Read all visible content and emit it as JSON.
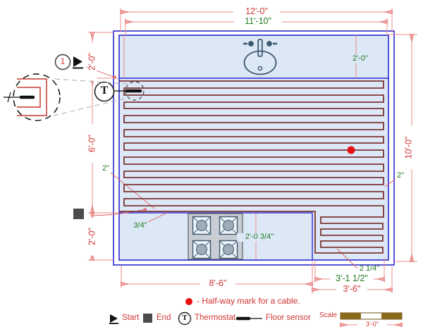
{
  "dims": {
    "top_outer": "12'-0\"",
    "top_inner": "11'-10\"",
    "left_top": "2'-0\"",
    "left_mid": "6'-0\"",
    "left_bot": "2'-0\"",
    "right_full": "10'-0\"",
    "counter_top_depth": "2'-0\"",
    "gap_left": "2\"",
    "gap_right": "2\"",
    "gap_counter": "3/4\"",
    "counter_bottom_depth": "2'-0 3/4\"",
    "cable_spacing": "2 1/4\"",
    "bottom_inner": "3'-1 1/2\"",
    "bottom_left": "8'-6\"",
    "bottom_right": "3'-6\""
  },
  "callout": {
    "number": "1"
  },
  "thermostat": {
    "symbol": "T"
  },
  "legend": {
    "halfway": "- Half-way mark for a cable.",
    "start": "Start",
    "end": "End",
    "thermostat_label": "Thermostat",
    "thermostat_symbol": "T",
    "floor_sensor": "Floor sensor",
    "scale_label": "Scale",
    "scale_value": "3'-0\""
  },
  "colors": {
    "dimension_red": "#d13434",
    "dimension_line": "#ee8888",
    "note_green": "#227a22",
    "wall_blue": "#2929cf",
    "floor_fill": "#dce8f6",
    "cable_maroon": "#7d3434",
    "halfway_dot": "#e81010",
    "fixture_slate": "#3d5a70",
    "scale_brown": "#8a6b1d"
  }
}
